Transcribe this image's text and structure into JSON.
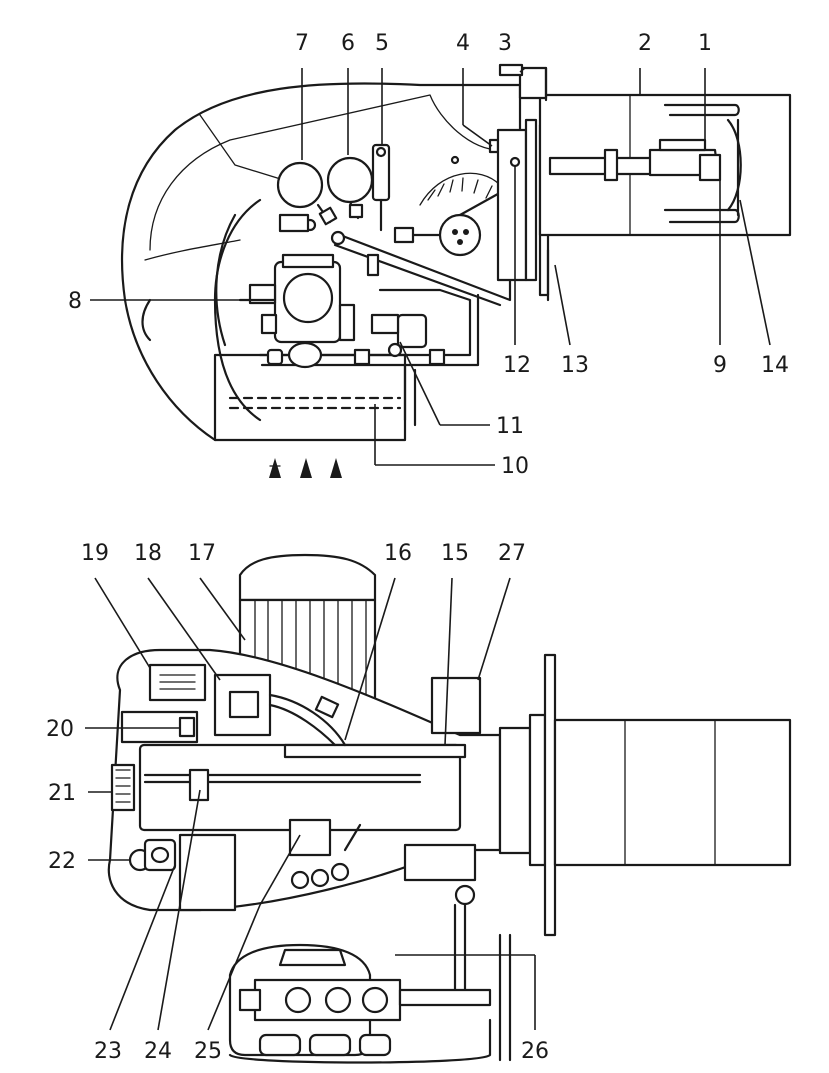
{
  "top_view": {
    "labels": [
      "1",
      "2",
      "3",
      "4",
      "5",
      "6",
      "7",
      "8",
      "9",
      "10",
      "11",
      "12",
      "13",
      "14"
    ]
  },
  "bottom_view": {
    "labels": [
      "15",
      "16",
      "17",
      "18",
      "19",
      "20",
      "21",
      "22",
      "23",
      "24",
      "25",
      "26",
      "27"
    ]
  }
}
